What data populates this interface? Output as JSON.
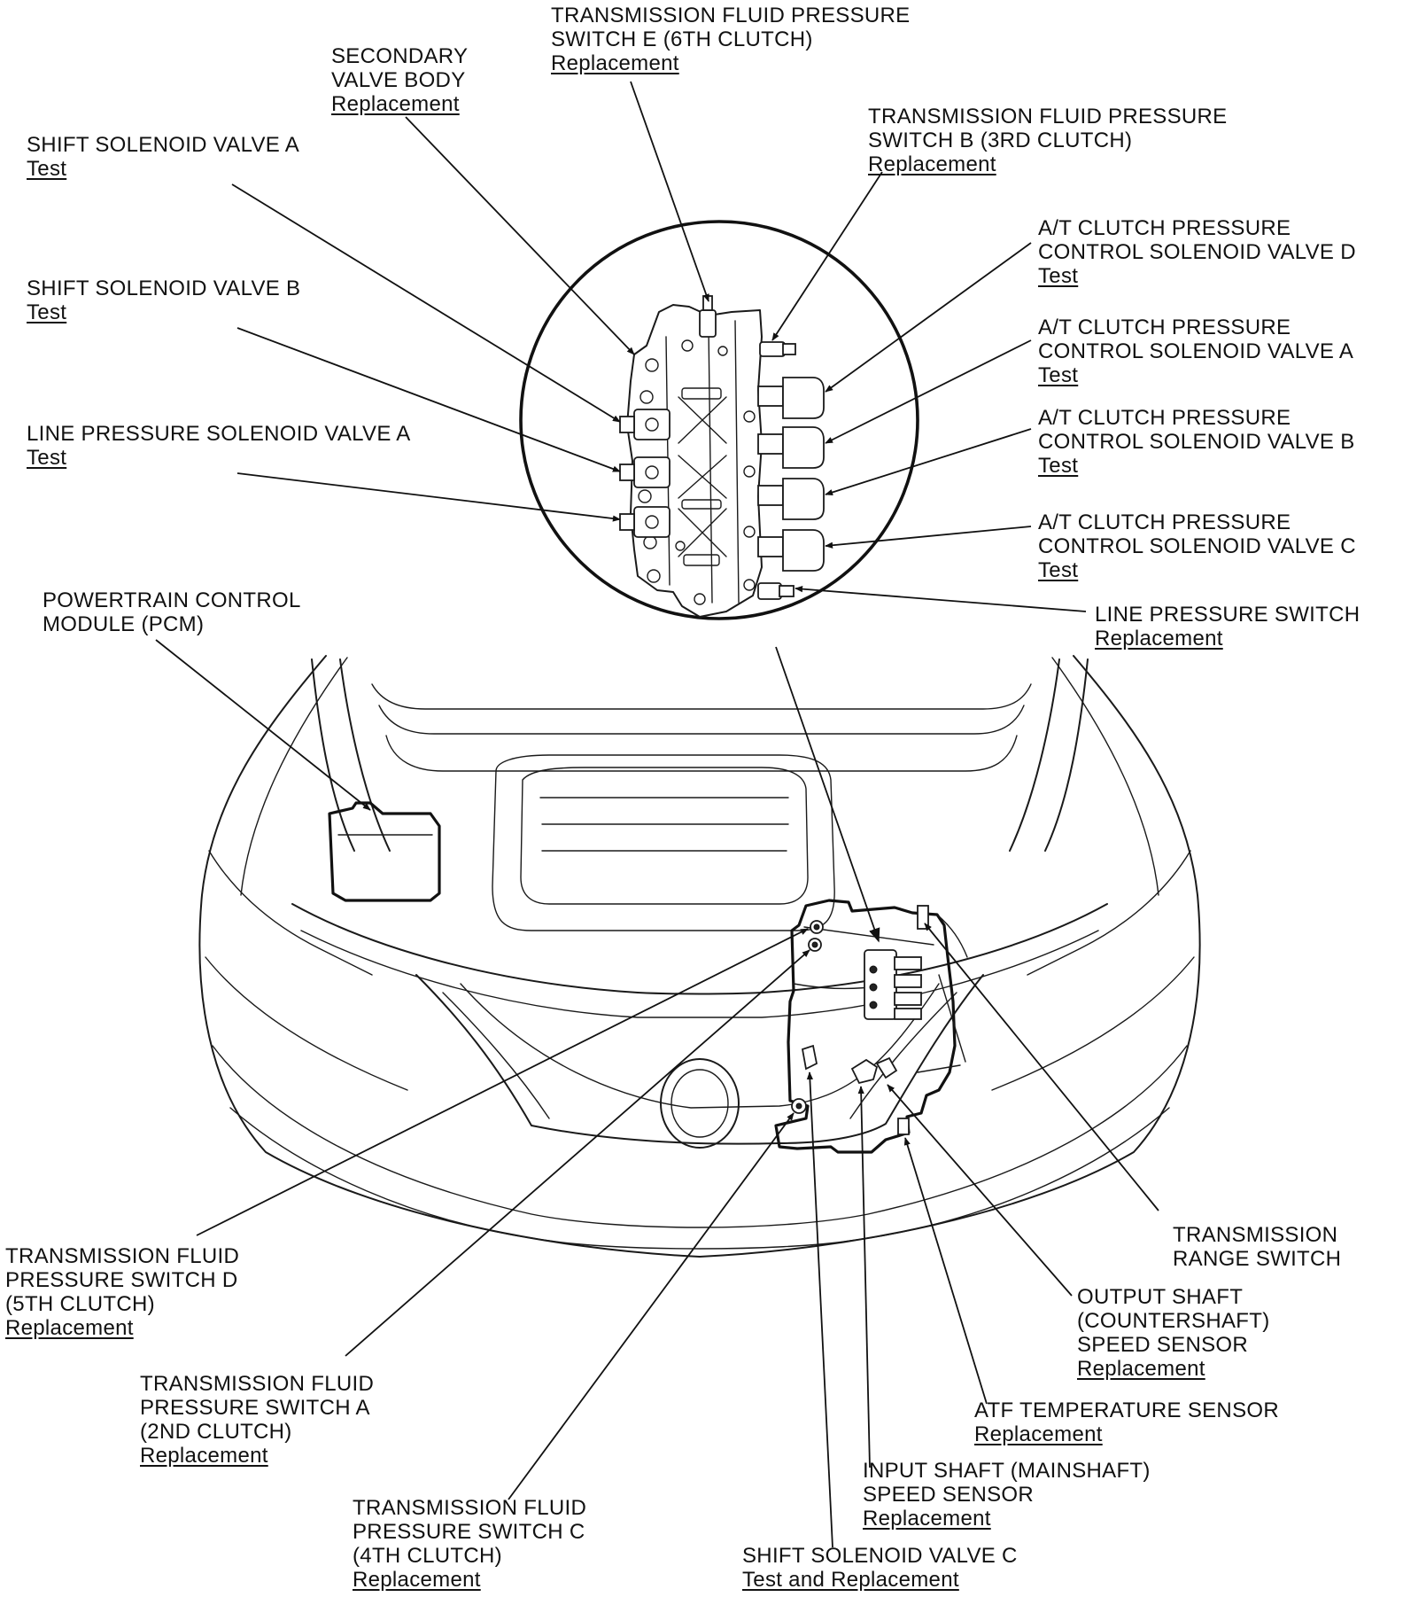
{
  "callouts": [
    {
      "id": "tfps-e",
      "lines": [
        "TRANSMISSION FLUID PRESSURE",
        "SWITCH E (6TH CLUTCH)"
      ],
      "link": "Replacement"
    },
    {
      "id": "secondary-valve-body",
      "lines": [
        "SECONDARY",
        "VALVE BODY"
      ],
      "link": "Replacement"
    },
    {
      "id": "ssv-a",
      "lines": [
        "SHIFT SOLENOID VALVE A"
      ],
      "link": "Test"
    },
    {
      "id": "tfps-b",
      "lines": [
        "TRANSMISSION FLUID PRESSURE",
        "SWITCH B (3RD CLUTCH)"
      ],
      "link": "Replacement"
    },
    {
      "id": "atcpcsv-d",
      "lines": [
        "A/T CLUTCH PRESSURE",
        "CONTROL SOLENOID VALVE D"
      ],
      "link": "Test"
    },
    {
      "id": "ssv-b",
      "lines": [
        "SHIFT SOLENOID VALVE B"
      ],
      "link": "Test"
    },
    {
      "id": "atcpcsv-a",
      "lines": [
        "A/T CLUTCH PRESSURE",
        "CONTROL SOLENOID VALVE A"
      ],
      "link": "Test"
    },
    {
      "id": "lpsv-a",
      "lines": [
        "LINE PRESSURE SOLENOID VALVE A"
      ],
      "link": "Test"
    },
    {
      "id": "atcpcsv-b",
      "lines": [
        "A/T CLUTCH PRESSURE",
        "CONTROL SOLENOID VALVE B"
      ],
      "link": "Test"
    },
    {
      "id": "atcpcsv-c",
      "lines": [
        "A/T CLUTCH PRESSURE",
        "CONTROL SOLENOID VALVE C"
      ],
      "link": "Test"
    },
    {
      "id": "pcm",
      "lines": [
        "POWERTRAIN CONTROL",
        "MODULE (PCM)"
      ],
      "link": ""
    },
    {
      "id": "line-pressure-switch",
      "lines": [
        "LINE PRESSURE SWITCH"
      ],
      "link": "Replacement"
    },
    {
      "id": "trs",
      "lines": [
        "TRANSMISSION",
        "RANGE SWITCH"
      ],
      "link": ""
    },
    {
      "id": "tfps-d",
      "lines": [
        "TRANSMISSION FLUID",
        "PRESSURE SWITCH D",
        "(5TH CLUTCH)"
      ],
      "link": "Replacement"
    },
    {
      "id": "oss",
      "lines": [
        "OUTPUT SHAFT",
        "(COUNTERSHAFT)",
        "SPEED SENSOR"
      ],
      "link": "Replacement"
    },
    {
      "id": "tfps-a",
      "lines": [
        "TRANSMISSION FLUID",
        "PRESSURE SWITCH A",
        "(2ND CLUTCH)"
      ],
      "link": "Replacement"
    },
    {
      "id": "atf-temp",
      "lines": [
        "ATF TEMPERATURE SENSOR"
      ],
      "link": "Replacement"
    },
    {
      "id": "iss",
      "lines": [
        "INPUT SHAFT (MAINSHAFT)",
        "SPEED SENSOR"
      ],
      "link": "Replacement"
    },
    {
      "id": "tfps-c",
      "lines": [
        "TRANSMISSION FLUID",
        "PRESSURE SWITCH C",
        "(4TH CLUTCH)"
      ],
      "link": "Replacement"
    },
    {
      "id": "ssv-c",
      "lines": [
        "SHIFT SOLENOID VALVE C"
      ],
      "link": "Test and Replacement"
    }
  ]
}
